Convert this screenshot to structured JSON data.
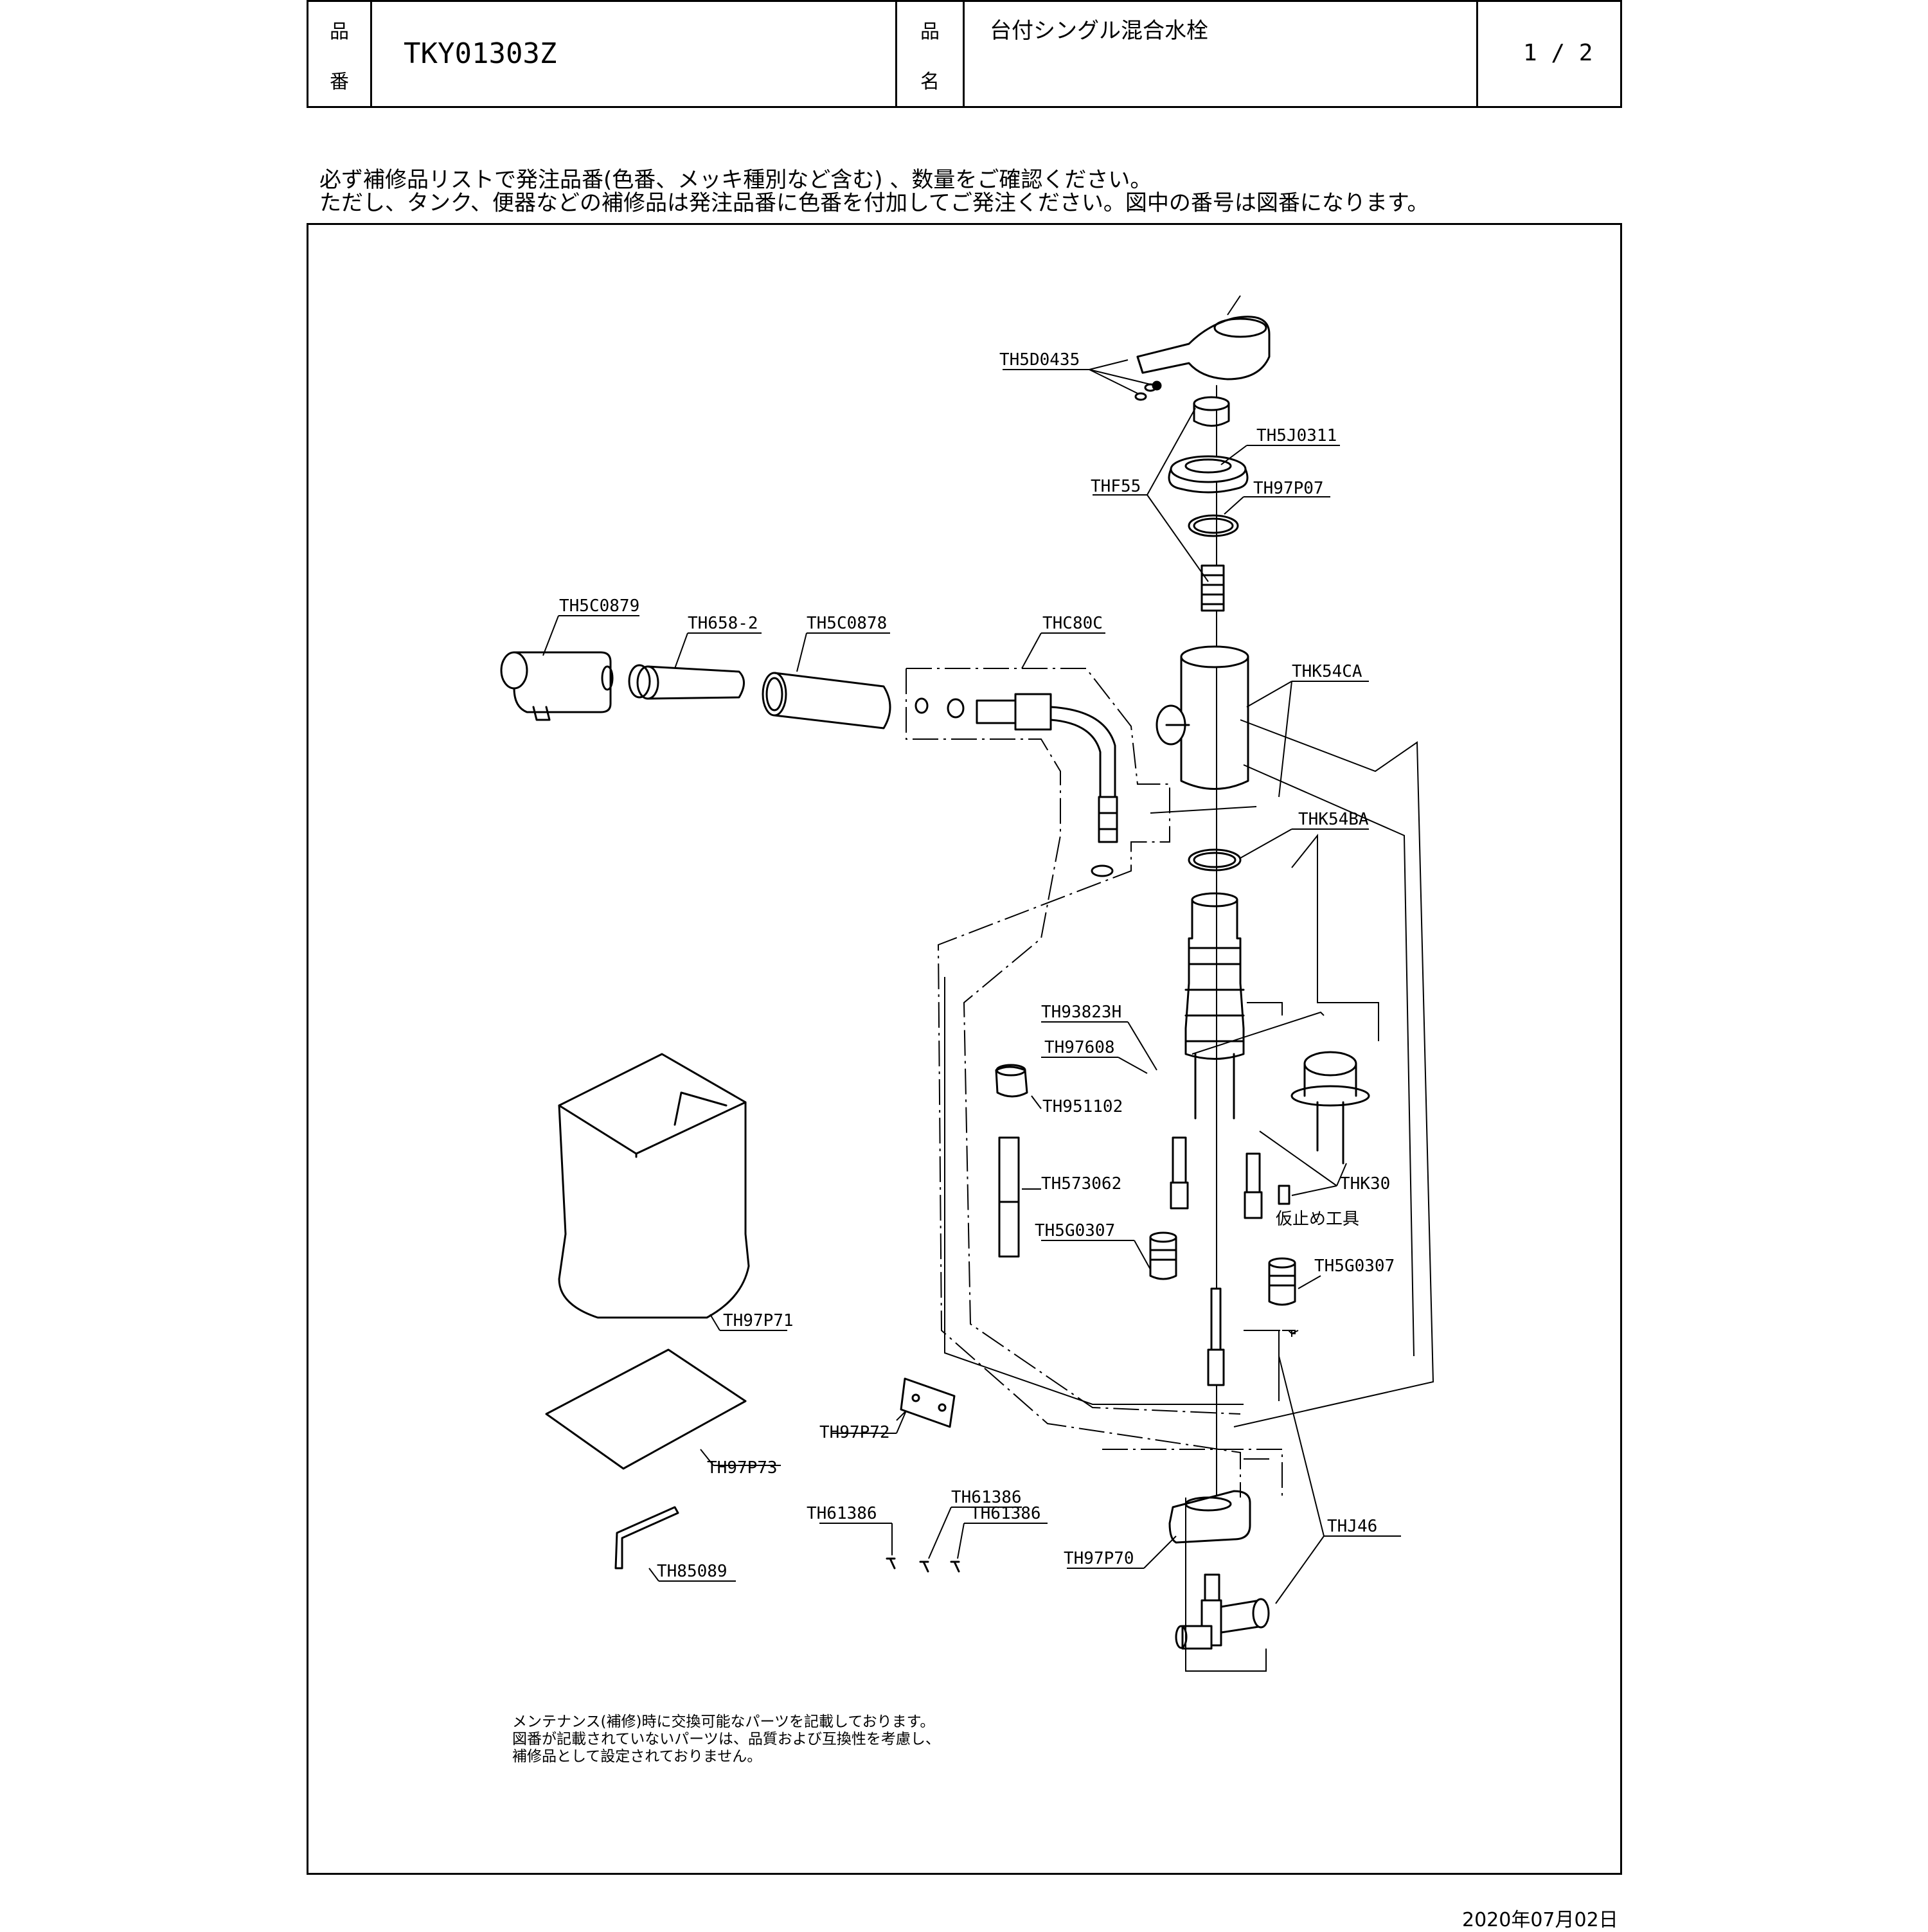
{
  "header": {
    "label_hinban_1": "品",
    "label_hinban_2": "番",
    "part_number": "TKY01303Z",
    "label_hinmei_1": "品",
    "label_hinmei_2": "名",
    "product_name": "台付シングル混合水栓",
    "page": "1 / 2"
  },
  "notes": {
    "line1": "必ず補修品リストで発注品番(色番、メッキ種別など含む) 、数量をご確認ください。",
    "line2": "ただし、タンク、便器などの補修品は発注品番に色番を付加してご発注ください。図中の番号は図番になります。"
  },
  "parts": {
    "TH5D0435": "TH5D0435",
    "TH5J0311": "TH5J0311",
    "THF55": "THF55",
    "TH97P07": "TH97P07",
    "TH5C0879": "TH5C0879",
    "TH658_2": "TH658-2",
    "TH5C0878": "TH5C0878",
    "THC80C": "THC80C",
    "THK54CA": "THK54CA",
    "THK54BA": "THK54BA",
    "TH93823H": "TH93823H",
    "TH97608": "TH97608",
    "TH951102": "TH951102",
    "TH573062": "TH573062",
    "TH5G0307_left": "TH5G0307",
    "TH5G0307_right": "TH5G0307",
    "THK30": "THK30",
    "tool_label": "仮止め工具",
    "TH97P71": "TH97P71",
    "TH97P72": "TH97P72",
    "TH97P73": "TH97P73",
    "TH61386_a": "TH61386",
    "TH61386_b": "TH61386",
    "TH61386_c": "TH61386",
    "TH85089": "TH85089",
    "TH97P70": "TH97P70",
    "THJ46": "THJ46"
  },
  "footer_note": {
    "line1": "メンテナンス(補修)時に交換可能なパーツを記載しております。",
    "line2": "図番が記載されていないパーツは、品質および互換性を考慮し、",
    "line3": "補修品として設定されておりません。"
  },
  "date": "2020年07月02日"
}
